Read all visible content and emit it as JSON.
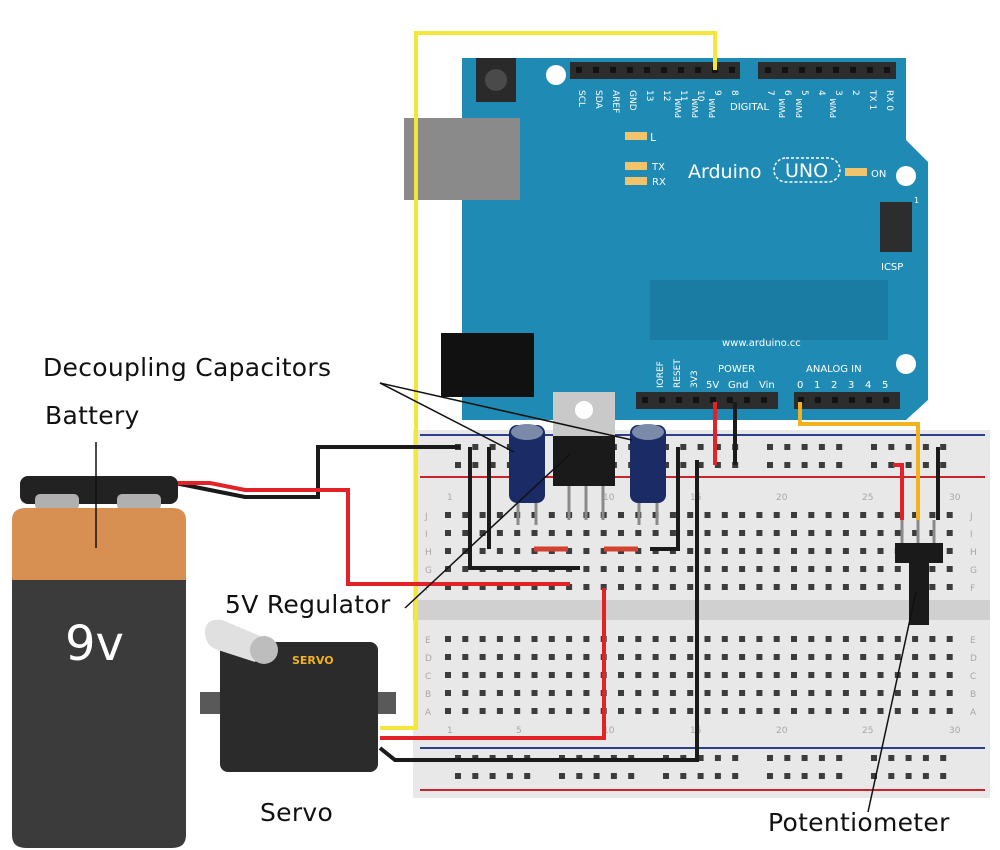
{
  "labels": {
    "decoupling_capacitors": "Decoupling Capacitors",
    "battery": "Battery",
    "regulator": "5V Regulator",
    "servo": "Servo",
    "potentiometer": "Potentiometer"
  },
  "battery": {
    "voltage": "9v"
  },
  "servo": {
    "brand": "SERVO"
  },
  "arduino": {
    "brand": "Arduino",
    "model": "UNO",
    "on_label": "ON",
    "url": "www.arduino.cc",
    "digital_label": "DIGITAL",
    "power_label": "POWER",
    "analog_label": "ANALOG IN",
    "icsp_label": "ICSP",
    "icsp_pin": "1",
    "led_l": "L",
    "led_tx": "TX",
    "led_rx": "RX",
    "top_pins": [
      "SCL",
      "SDA",
      "AREF",
      "GND",
      "13",
      "12",
      "11",
      "10",
      "9",
      "8"
    ],
    "top_pins_right": [
      "7",
      "6",
      "5",
      "4",
      "3",
      "2",
      "TX 1",
      "RX 0"
    ],
    "pwm_label": "PWM",
    "power_pins": [
      "IOREF",
      "RESET",
      "3V3",
      "5V",
      "Gnd",
      "Vin"
    ],
    "analog_pins": [
      "0",
      "1",
      "2",
      "3",
      "4",
      "5"
    ]
  },
  "breadboard": {
    "column_numbers": [
      "1",
      "5",
      "10",
      "15",
      "20",
      "25",
      "30"
    ],
    "row_letters_top": [
      "J",
      "I",
      "H",
      "G",
      "F"
    ],
    "row_letters_bottom": [
      "E",
      "D",
      "C",
      "B",
      "A"
    ]
  },
  "colors": {
    "arduino_blue": "#1f8bb5",
    "wire_red": "#e32227",
    "wire_black": "#1a1a1a",
    "wire_yellow": "#f4e73a",
    "wire_orange": "#f2b21b",
    "battery_orange": "#d88f52",
    "battery_dark": "#3b3b3b"
  }
}
